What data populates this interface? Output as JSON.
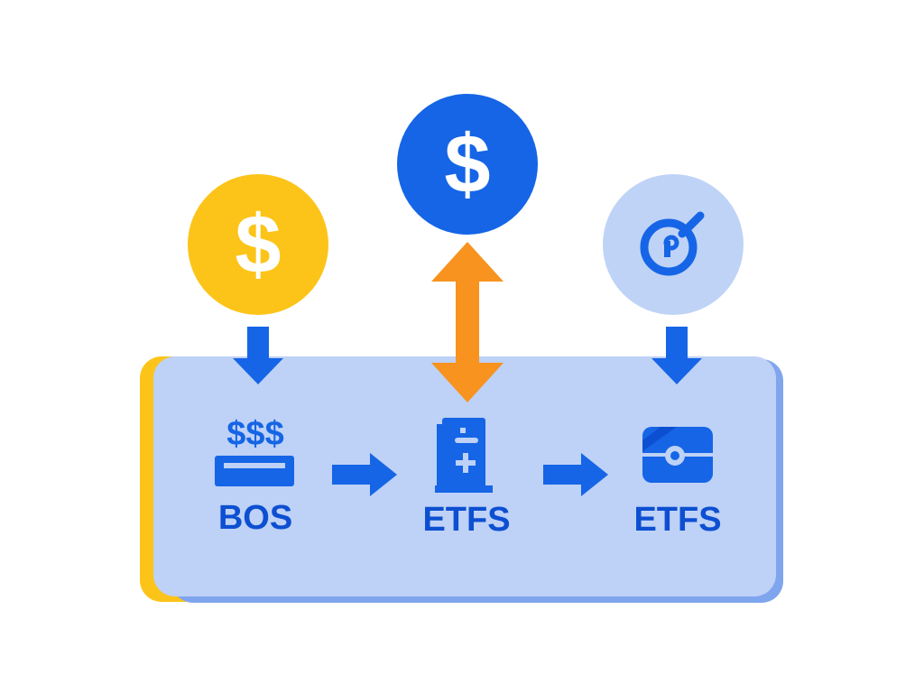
{
  "colors": {
    "yellow": "#FCC419",
    "blue": "#1565E6",
    "dark_blue": "#0D4FD1",
    "light_blue": "#BFD3F7",
    "panel": "#BED1F6",
    "panel_shadow": "#7FA5EE",
    "orange": "#F7931E",
    "white": "#FFFFFF"
  },
  "circles": [
    {
      "name": "yellow-coin",
      "glyph": "$",
      "icon": "dollar-icon"
    },
    {
      "name": "blue-coin",
      "glyph": "$",
      "icon": "dollar-icon"
    },
    {
      "name": "pie-coin",
      "glyph": "",
      "icon": "pie-chart-icon"
    }
  ],
  "nodes": [
    {
      "label": "BOS",
      "icon": "cash-stack-icon",
      "icon_text": "$$$"
    },
    {
      "label": "ETFS",
      "icon": "building-icon"
    },
    {
      "label": "ETFS",
      "icon": "wallet-icon"
    }
  ]
}
